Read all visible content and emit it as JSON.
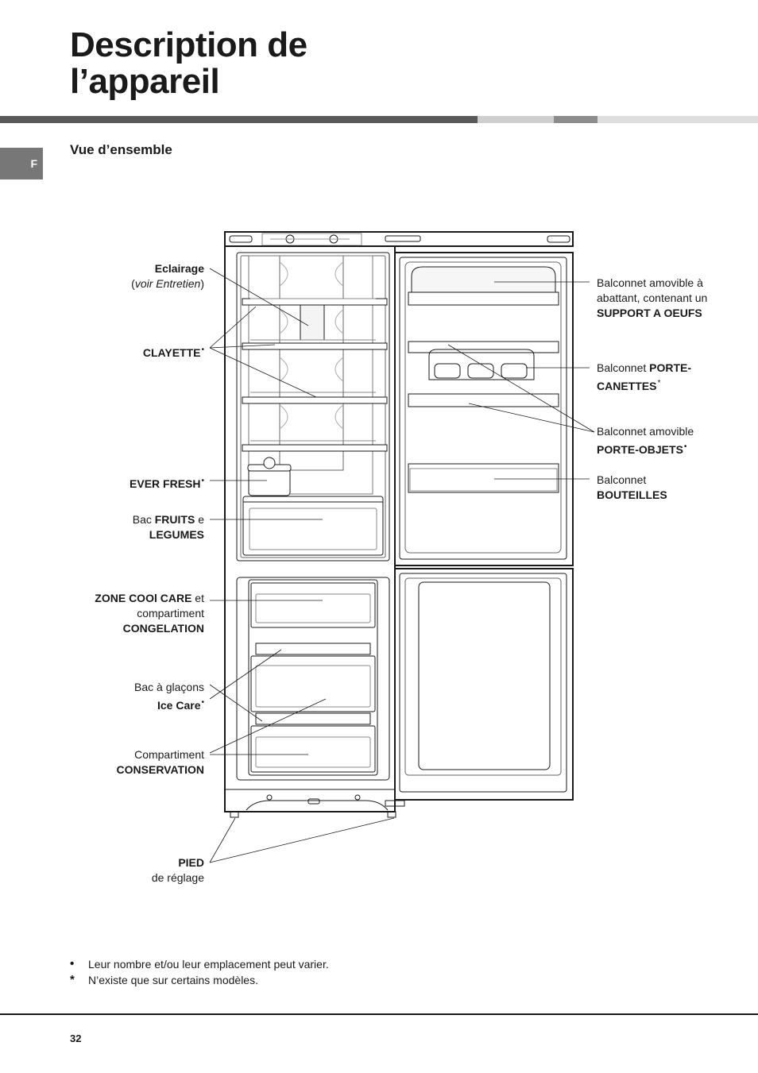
{
  "header": {
    "title_line1": "Description de",
    "title_line2": "l’appareil",
    "lang_tab": "F"
  },
  "section": {
    "title": "Vue d’ensemble"
  },
  "labels": {
    "eclairage": {
      "b": "Eclairage",
      "open": "(",
      "i": "voir Entretien",
      "close": ")"
    },
    "clayette": {
      "b": "CLAYETTE",
      "mark": "•"
    },
    "ever_fresh": {
      "b": "EVER FRESH",
      "mark": "•"
    },
    "bac_fruits": {
      "t1": "Bac ",
      "b1": "FRUITS",
      "t2": " e",
      "b2": "LEGUMES"
    },
    "zone_cool": {
      "b1": "ZONE COOl CARE",
      "t1": " et",
      "t2": "compartiment",
      "b2": "CONGELATION"
    },
    "bac_glacons": {
      "t1": "Bac à glaçons",
      "b": "Ice Care",
      "mark": "•"
    },
    "compartiment": {
      "t1": "Compartiment",
      "b": "CONSERVATION"
    },
    "pied": {
      "b": "PIED",
      "t": "de réglage"
    },
    "balconnet_oeufs": {
      "t1": "Balconnet amovible à",
      "t2": "abattant, contenant un",
      "b": "SUPPORT A OEUFS"
    },
    "balconnet_canettes": {
      "t1": "Balconnet ",
      "b1": "PORTE-",
      "b2": "CANETTES",
      "mark": "*"
    },
    "balconnet_objets": {
      "t1": "Balconnet amovible",
      "b": "PORTE-OBJETS",
      "mark": "•"
    },
    "balconnet_bouteilles": {
      "t1": "Balconnet",
      "b": "BOUTEILLES"
    }
  },
  "footnotes": [
    {
      "symbol": "•",
      "text": "Leur nombre et/ou leur emplacement peut varier."
    },
    {
      "symbol": "*",
      "text": "N’existe que sur certains modèles."
    }
  ],
  "page_number": "32"
}
